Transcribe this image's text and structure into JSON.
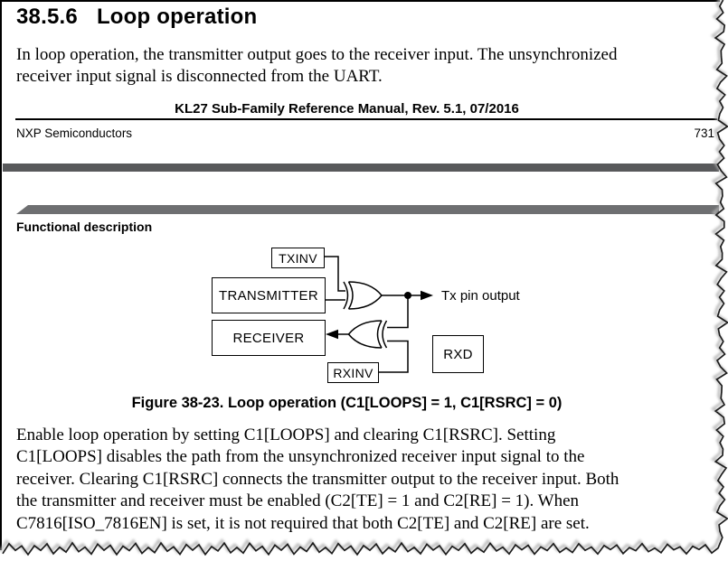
{
  "document": {
    "heading": {
      "number": "38.5.6",
      "title": "Loop operation"
    },
    "intro": {
      "lines": [
        "In loop operation, the transmitter output goes to the receiver input. The unsynchronized",
        "receiver input signal is disconnected from the UART."
      ]
    },
    "running_footer": {
      "manual_title": "KL27 Sub-Family Reference Manual, Rev. 5.1, 07/2016",
      "publisher": "NXP Semiconductors",
      "page_number": "731"
    },
    "section_bar_label": "Functional description",
    "figure": {
      "caption": "Figure 38-23. Loop operation (C1[LOOPS] = 1, C1[RSRC] = 0)",
      "blocks": {
        "txinv": "TXINV",
        "transmitter": "TRANSMITTER",
        "receiver": "RECEIVER",
        "rxinv": "RXINV",
        "rxd": "RXD"
      },
      "output_label": "Tx pin output"
    },
    "body": {
      "lines": [
        "Enable loop operation by setting C1[LOOPS] and clearing C1[RSRC]. Setting",
        "C1[LOOPS] disables the path from the unsynchronized receiver input signal to the",
        "receiver. Clearing C1[RSRC] connects the transmitter output to the receiver input. Both",
        "the transmitter and receiver must be enabled (C2[TE] = 1 and C2[RE] = 1). When",
        "C7816[ISO_7816EN] is set, it is not required that both C2[TE] and C2[RE] are set."
      ]
    },
    "colors": {
      "page_divider_bar": "#58595b",
      "section_header_bar": "#6e6f71",
      "text": "#000000"
    }
  }
}
